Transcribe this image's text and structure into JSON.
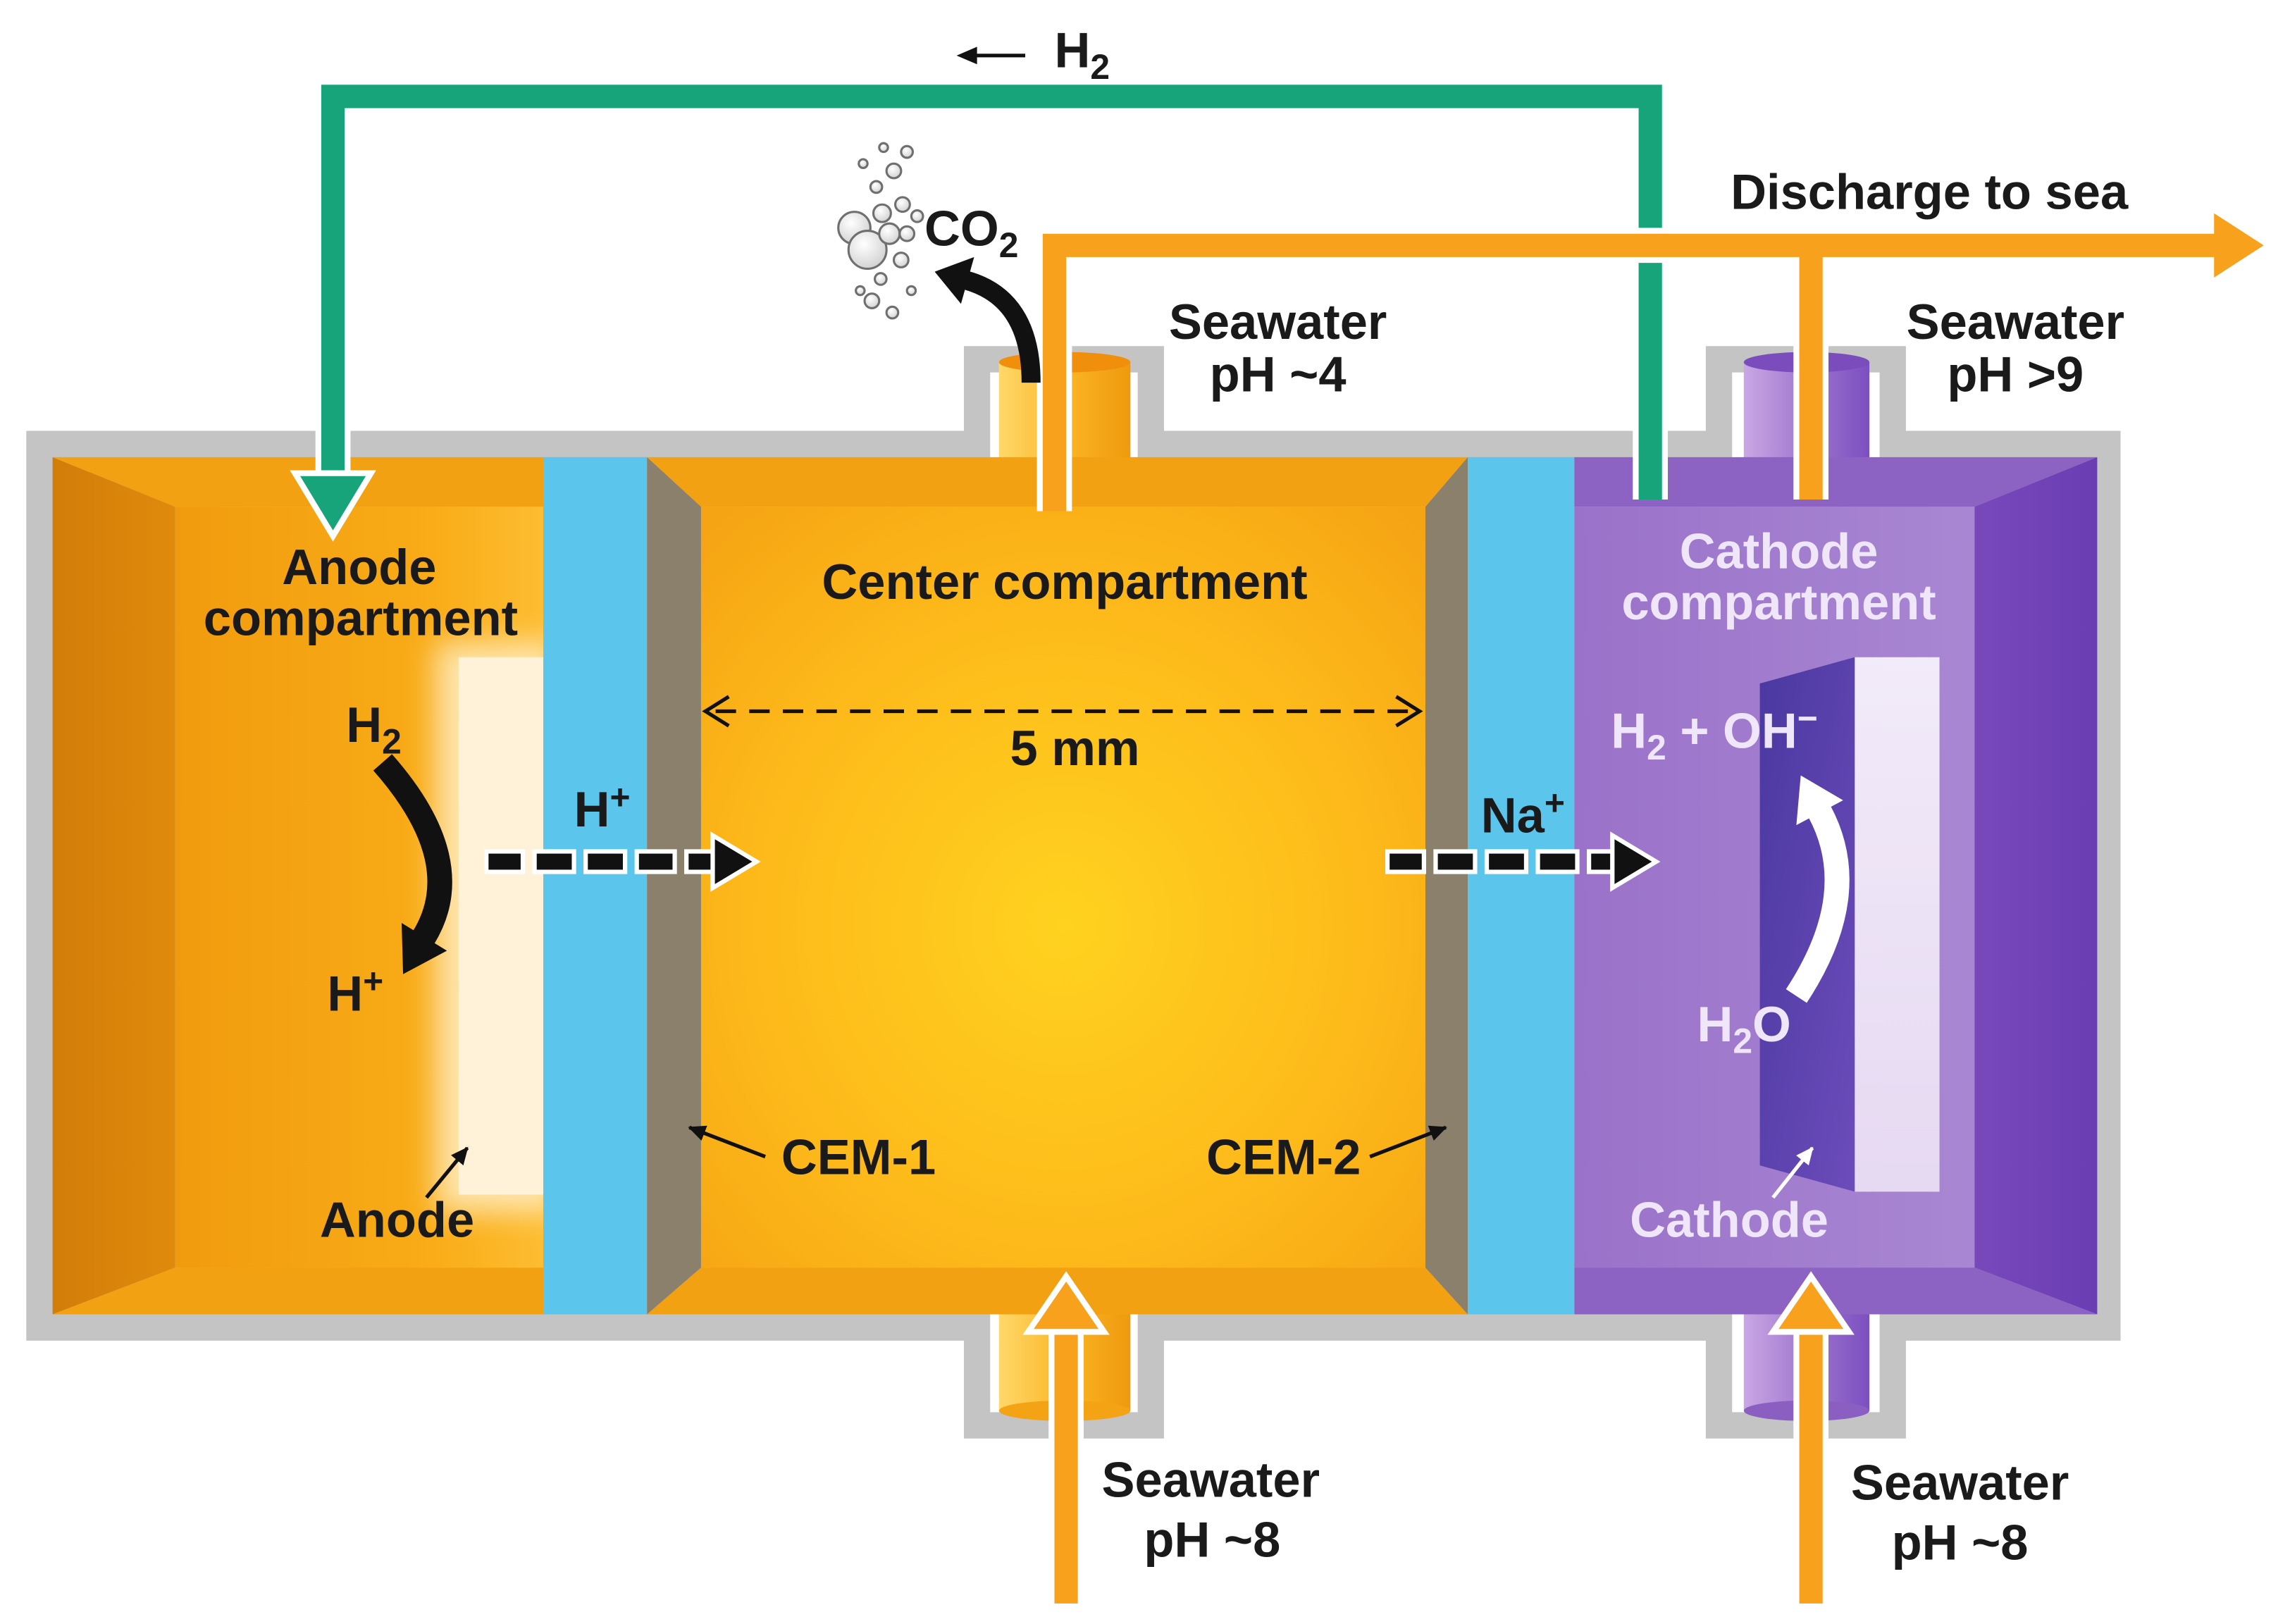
{
  "labels": {
    "h2_recycle": {
      "base": "H",
      "sub": "2"
    },
    "co2": {
      "base": "CO",
      "sub": "2"
    },
    "discharge": "Discharge to sea",
    "center_outlet": {
      "line1": "Seawater",
      "line2": "pH ~4"
    },
    "cathode_outlet": {
      "line1": "Seawater",
      "line2": "pH >9"
    },
    "anode_compartment": {
      "line1": "Anode",
      "line2": "compartment"
    },
    "center_compartment": "Center compartment",
    "cathode_compartment": {
      "line1": "Cathode",
      "line2": "compartment"
    },
    "gap_width": "5 mm",
    "anode_reactant": {
      "base": "H",
      "sub": "2"
    },
    "anode_product": {
      "base": "H",
      "sup": "+"
    },
    "proton_flux": {
      "base": "H",
      "sup": "+"
    },
    "sodium_flux": {
      "base": "Na",
      "sup": "+"
    },
    "cathode_product": {
      "h": "H",
      "sub": "2",
      "rest": " + OH",
      "sup": "−"
    },
    "cathode_reactant": {
      "h": "H",
      "sub": "2",
      "rest": "O"
    },
    "membrane_1": "CEM-1",
    "membrane_2": "CEM-2",
    "anode_electrode": "Anode",
    "cathode_electrode": "Cathode",
    "center_inlet": {
      "line1": "Seawater",
      "line2": "pH ~8"
    },
    "cathode_inlet": {
      "line1": "Seawater",
      "line2": "pH ~8"
    }
  },
  "colors": {
    "frame": "#c4c4c4",
    "anode_fill": "#f2a112",
    "anode_wall": "#e08a0c",
    "center_glow": "#ffd21f",
    "membrane": "#5cc5ec",
    "membrane_shadow": "#8a806b",
    "cathode_fill": "#8c62c3",
    "cathode_wall": "#6a3db3",
    "h2_pipe": "#17a47b",
    "seawater_pipe": "#f7a11c",
    "anode_electrode": "#fff2d8",
    "cathode_electrode": "#e6d9f2",
    "cathode_text": "#efe6f9",
    "text": "#1a1a1a"
  }
}
